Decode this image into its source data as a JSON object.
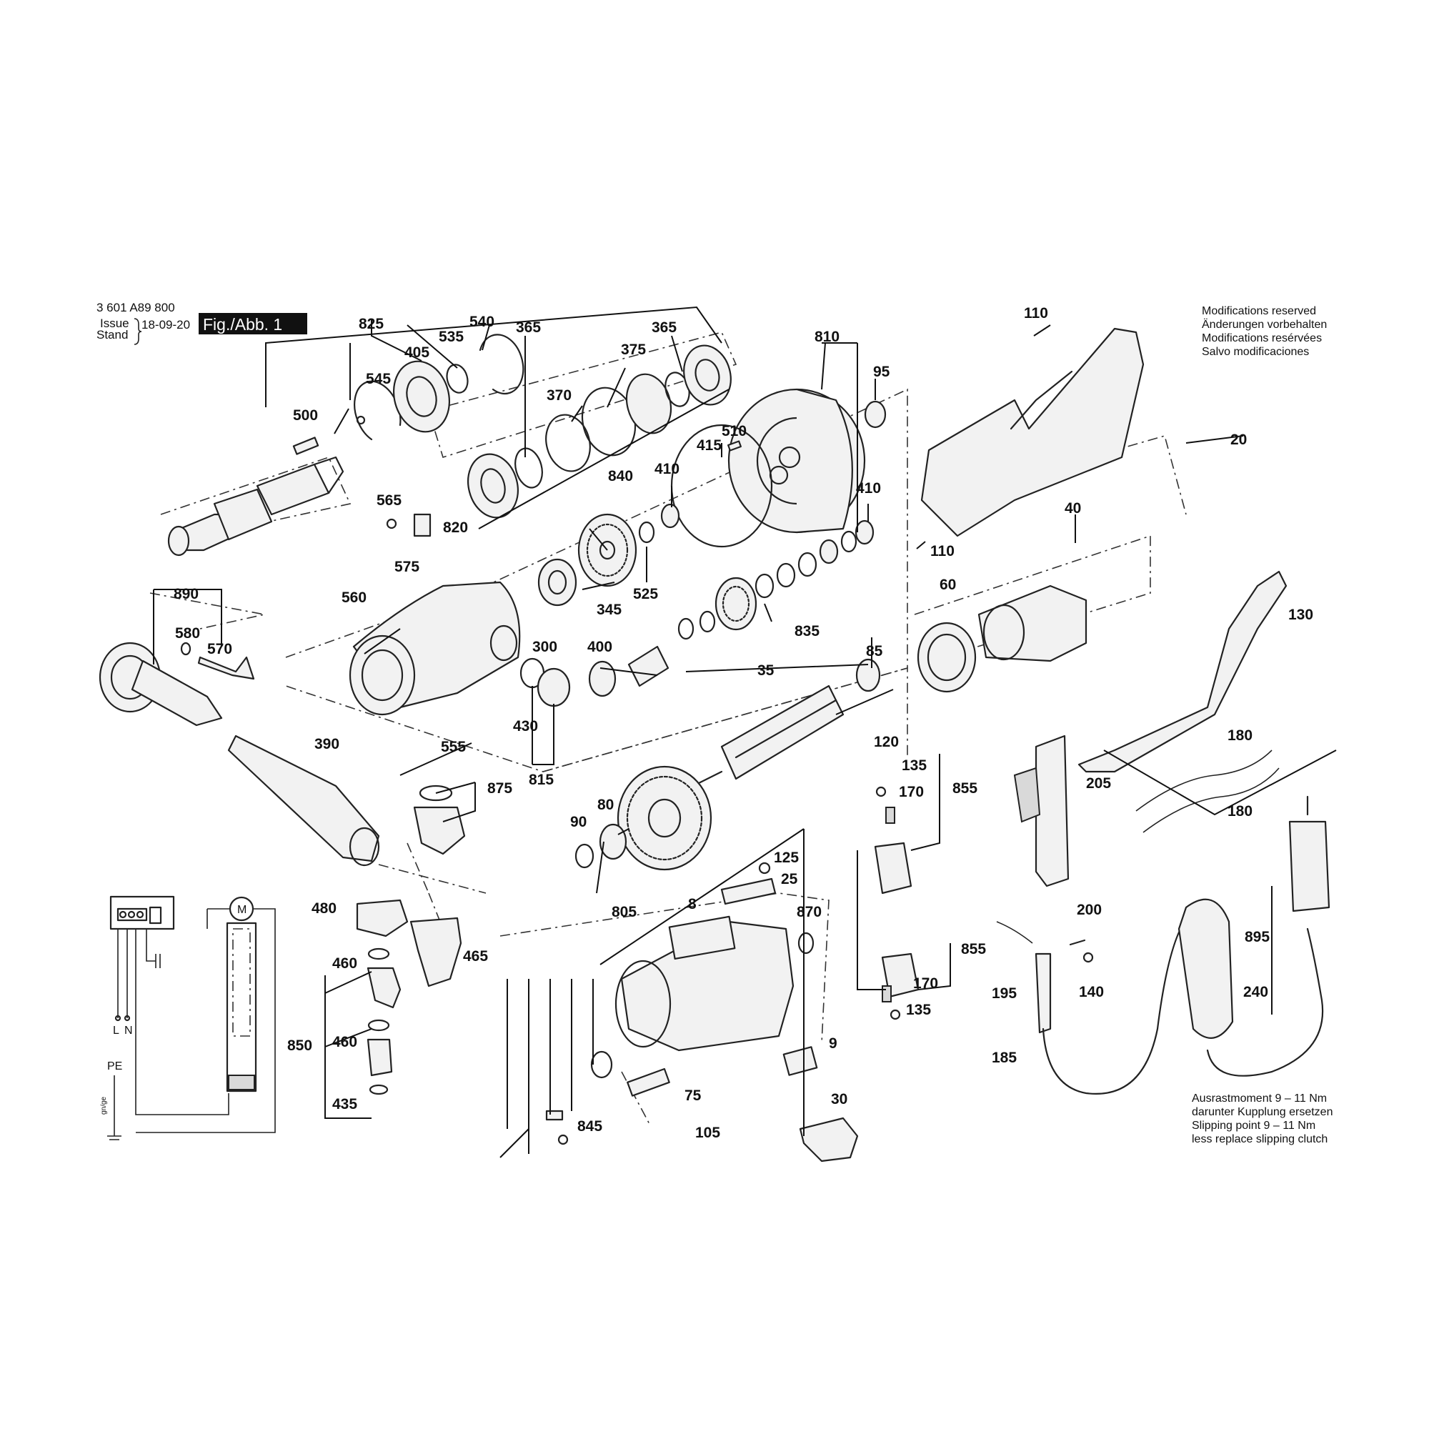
{
  "header": {
    "part_number": "3 601 A89 800",
    "issue_label": "Issue",
    "stand_label": "Stand",
    "date": "18-09-20",
    "figure_label": "Fig./Abb. 1"
  },
  "notes": {
    "modifications": [
      "Modifications reserved",
      "Änderungen vorbehalten",
      "Modifications resérvées",
      "Salvo modificaciones"
    ],
    "clutch": [
      "Ausrastmoment 9 – 11 Nm",
      "darunter Kupplung ersetzen",
      "Slipping point 9 – 11 Nm",
      "less replace slipping clutch"
    ]
  },
  "schematic": {
    "motor_symbol": "M",
    "terminal_l": "L",
    "terminal_n": "N",
    "terminal_pe": "PE",
    "wire_color": "gn/ge"
  },
  "callouts": {
    "c825": "825",
    "c540": "540",
    "c535": "535",
    "c365a": "365",
    "c365b": "365",
    "c405": "405",
    "c545": "545",
    "c375": "375",
    "c370": "370",
    "c500": "500",
    "c840": "840",
    "c810": "810",
    "c95": "95",
    "c415": "415",
    "c510": "510",
    "c410a": "410",
    "c410b": "410",
    "c565": "565",
    "c820": "820",
    "c575": "575",
    "c525": "525",
    "c345": "345",
    "c835": "835",
    "c890": "890",
    "c580": "580",
    "c570": "570",
    "c560": "560",
    "c300": "300",
    "c400": "400",
    "c85": "85",
    "c35": "35",
    "c430": "430",
    "c815": "815",
    "c390": "390",
    "c555": "555",
    "c120": "120",
    "c875": "875",
    "c90": "90",
    "c80": "80",
    "c125": "125",
    "c25": "25",
    "c805": "805",
    "c8": "8",
    "c480": "480",
    "c465": "465",
    "c460a": "460",
    "c460b": "460",
    "c850": "850",
    "c435": "435",
    "c9": "9",
    "c75": "75",
    "c845": "845",
    "c105": "105",
    "c30": "30",
    "c110a": "110",
    "c110b": "110",
    "c20": "20",
    "c40": "40",
    "c60": "60",
    "c130": "130",
    "c180a": "180",
    "c180b": "180",
    "c135a": "135",
    "c170a": "170",
    "c855a": "855",
    "c205": "205",
    "c870": "870",
    "c855b": "855",
    "c170b": "170",
    "c135b": "135",
    "c200": "200",
    "c140": "140",
    "c195": "195",
    "c185": "185",
    "c895": "895",
    "c240": "240"
  }
}
